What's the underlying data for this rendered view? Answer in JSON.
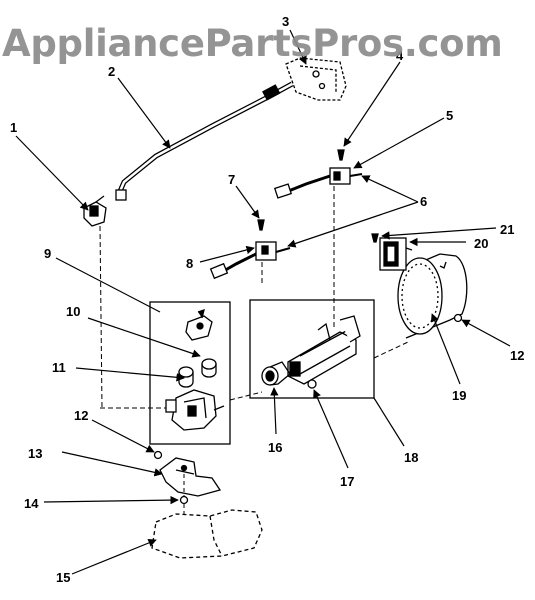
{
  "header_fragment": "' ' ' ' '",
  "watermark": "AppliancePartsPros.com",
  "callouts": [
    {
      "n": "1"
    },
    {
      "n": "2"
    },
    {
      "n": "3"
    },
    {
      "n": "4"
    },
    {
      "n": "5"
    },
    {
      "n": "6"
    },
    {
      "n": "7"
    },
    {
      "n": "8"
    },
    {
      "n": "9"
    },
    {
      "n": "10"
    },
    {
      "n": "11"
    },
    {
      "n": "12"
    },
    {
      "n": "12"
    },
    {
      "n": "13"
    },
    {
      "n": "14"
    },
    {
      "n": "15"
    },
    {
      "n": "16"
    },
    {
      "n": "17"
    },
    {
      "n": "18"
    },
    {
      "n": "19"
    },
    {
      "n": "20"
    },
    {
      "n": "21"
    }
  ]
}
